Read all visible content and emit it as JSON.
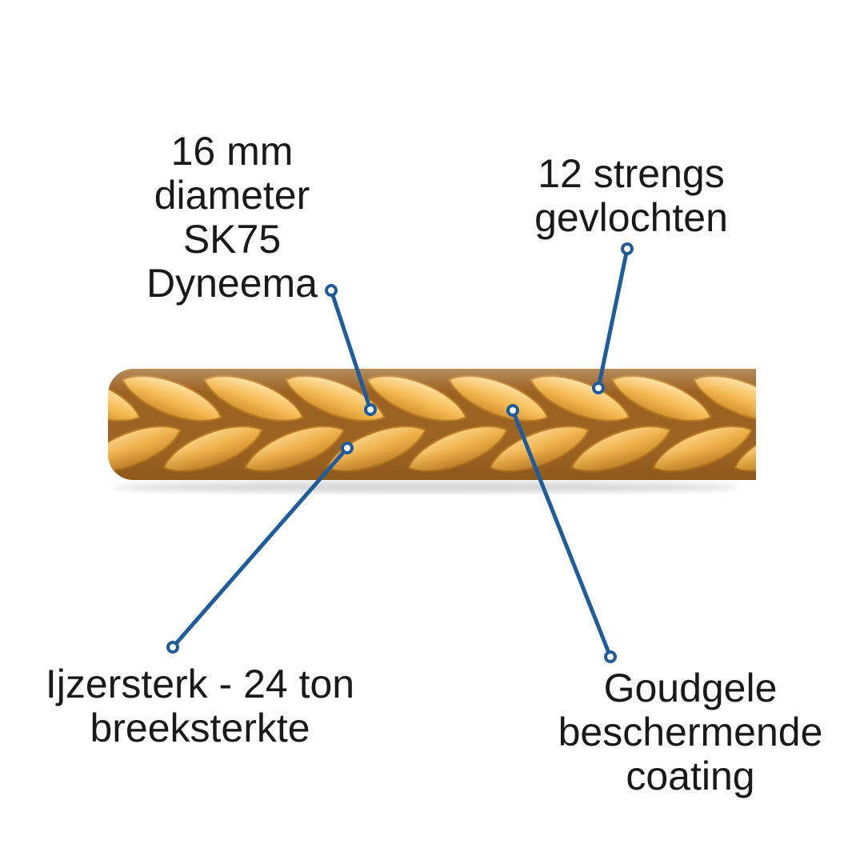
{
  "page": {
    "background": "#ffffff"
  },
  "annotations": {
    "text_color": "#191919",
    "connector_color": "#1e5c9b",
    "labels": [
      {
        "id": "diameter",
        "lines": [
          "16 mm",
          "diameter",
          "SK75",
          "Dyneema"
        ]
      },
      {
        "id": "strands",
        "lines": [
          "12 strengs",
          "gevlochten"
        ]
      },
      {
        "id": "strength",
        "lines": [
          "Ijzersterk - 24 ton",
          "breeksterkte"
        ]
      },
      {
        "id": "coating",
        "lines": [
          "Goudgele",
          "beschermende",
          "coating"
        ]
      }
    ]
  },
  "rope": {
    "alt": "goudgele 12-strengs gevlochten Dyneema touw",
    "colors": {
      "highlight": "#ffdf9c",
      "mid": "#f5ba54",
      "dark": "#d59331",
      "gap": "#9c6222",
      "outline": "#b5761e"
    }
  }
}
